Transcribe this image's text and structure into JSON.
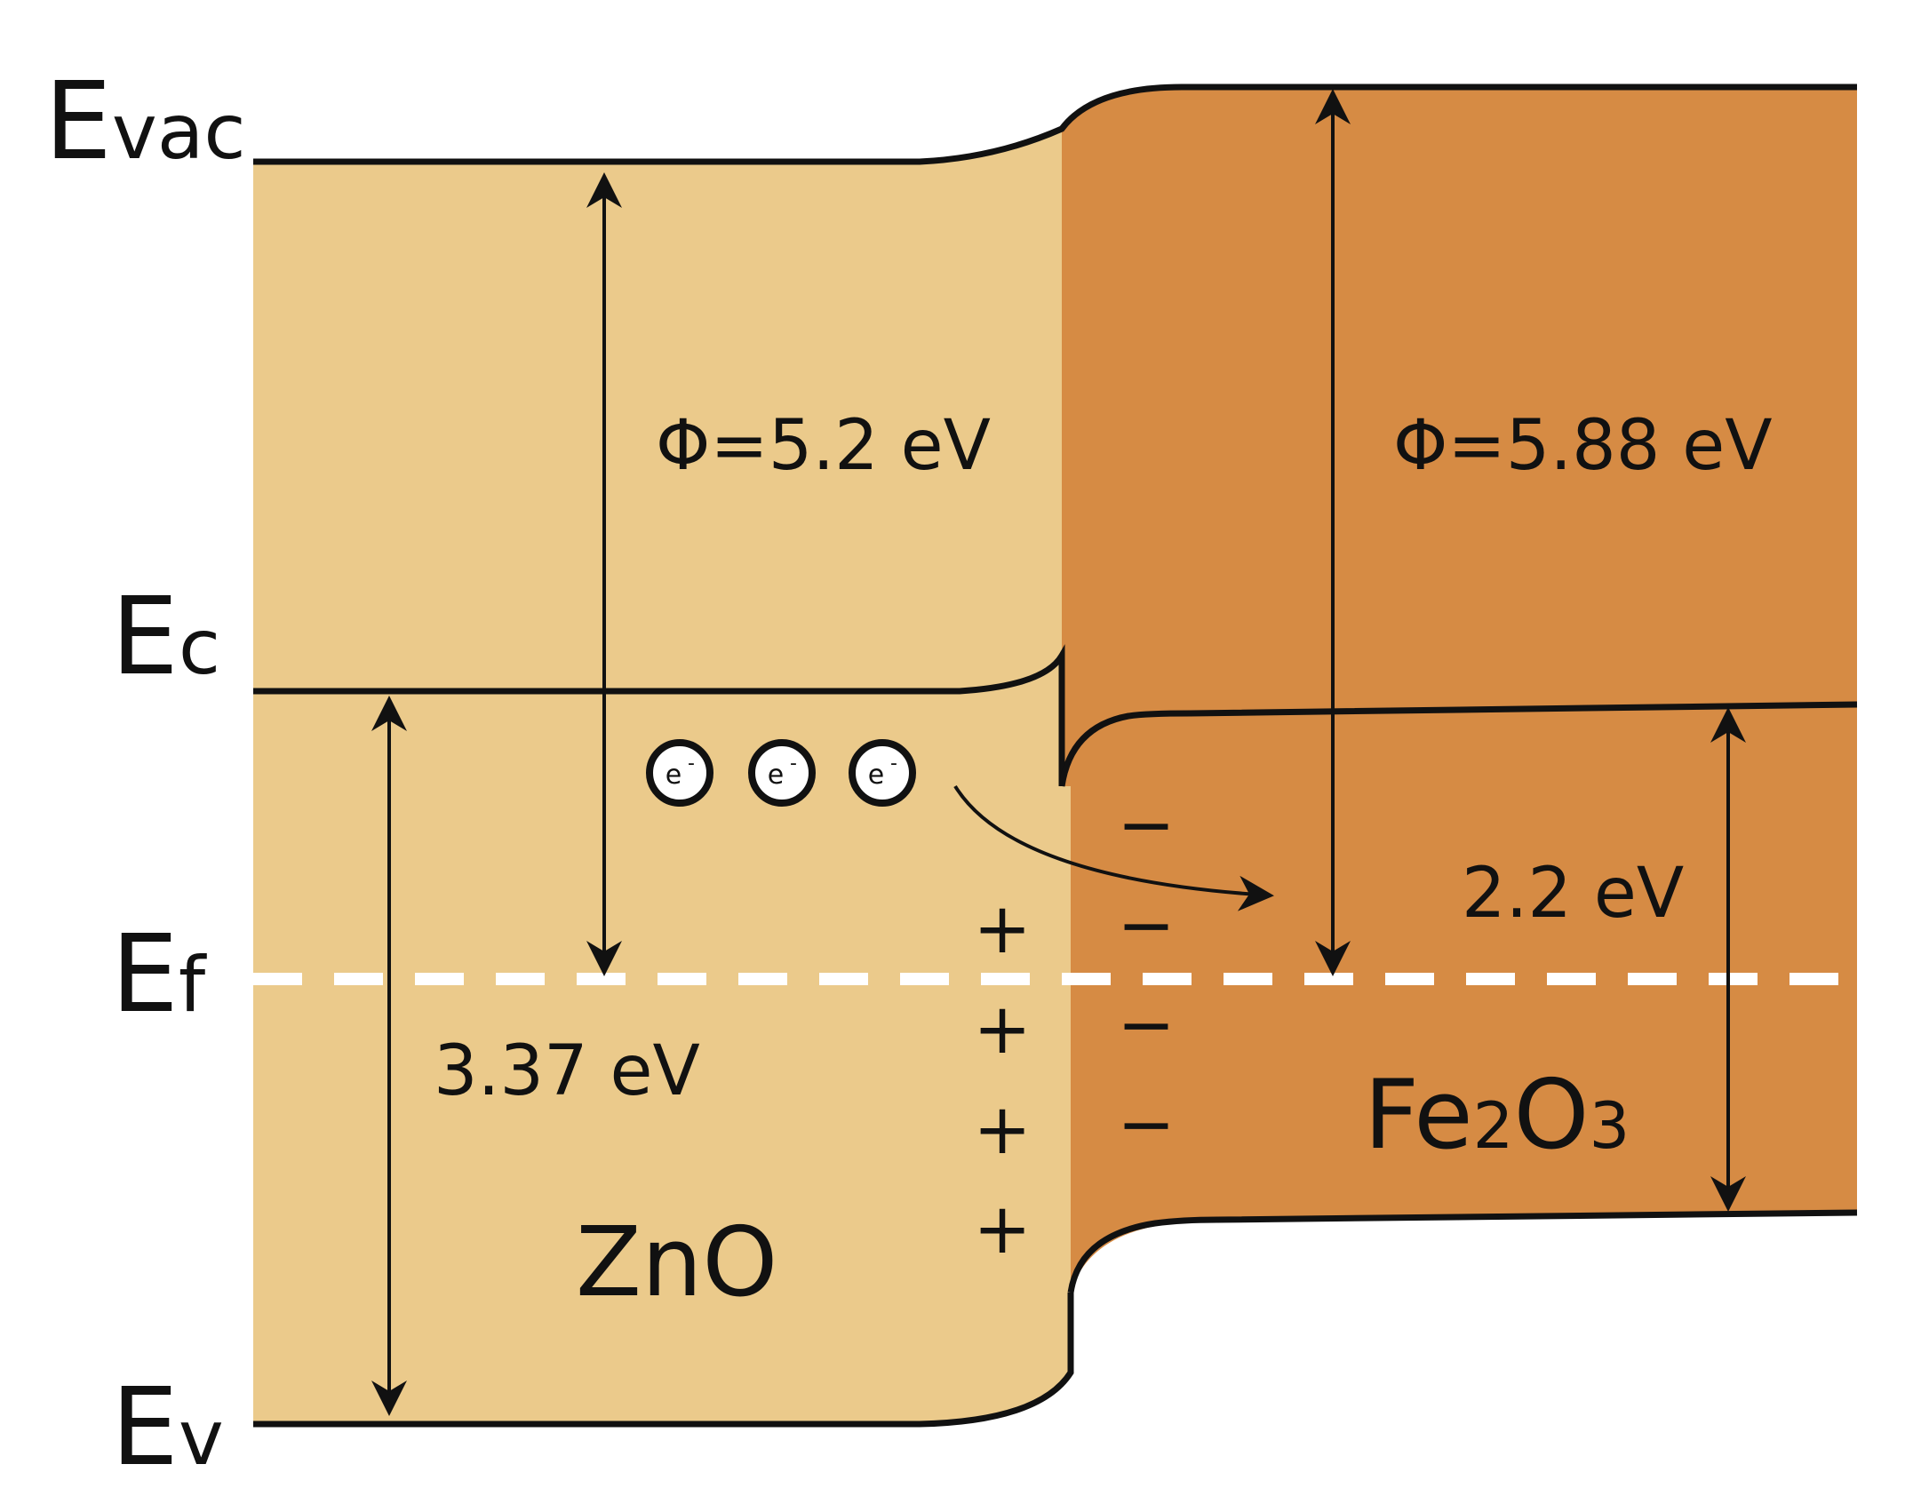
{
  "colors": {
    "zno_fill": "#EBCA8B",
    "fe2o3_fill": "#D68B44",
    "band_line": "#111111",
    "fermi_line": "#FFFFFF"
  },
  "levels": {
    "evac": {
      "main": "E",
      "sub": "vac"
    },
    "ec": {
      "main": "E",
      "sub": "c"
    },
    "ef": {
      "main": "E",
      "sub": "f"
    },
    "ev": {
      "main": "E",
      "sub": "v"
    }
  },
  "values": {
    "zno_work_function": "Φ=5.2 eV",
    "fe2o3_work_function": "Φ=5.88 eV",
    "zno_band_gap": "3.37 eV",
    "fe2o3_band_gap": "2.2 eV"
  },
  "materials": {
    "zno": "ZnO",
    "fe2o3": {
      "part1": "Fe",
      "sub1": "2",
      "part2": "O",
      "sub2": "3"
    }
  },
  "charges": {
    "positive": [
      "+",
      "+",
      "+",
      "+"
    ],
    "negative": [
      "−",
      "−",
      "−",
      "−"
    ]
  },
  "electrons": [
    {
      "symbol": "e",
      "sup": "-"
    },
    {
      "symbol": "e",
      "sup": "-"
    },
    {
      "symbol": "e",
      "sup": "-"
    }
  ]
}
